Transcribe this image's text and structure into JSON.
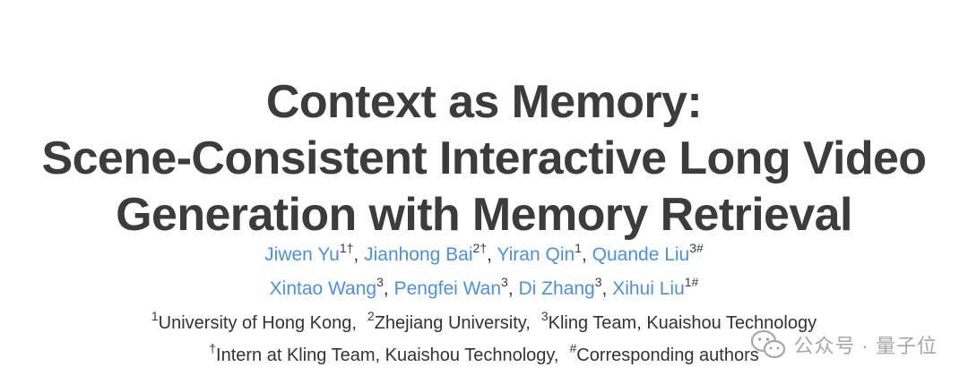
{
  "title": {
    "line1": "Context as Memory:",
    "line2": "Scene-Consistent Interactive Long Video",
    "line3": "Generation with Memory Retrieval"
  },
  "authors": {
    "row1": [
      {
        "name": "Jiwen Yu",
        "sup": "1†",
        "sep": ", "
      },
      {
        "name": "Jianhong Bai",
        "sup": "2†",
        "sep": ", "
      },
      {
        "name": "Yiran Qin",
        "sup": "1",
        "sep": ", "
      },
      {
        "name": "Quande Liu",
        "sup": "3#",
        "sep": ""
      }
    ],
    "row2": [
      {
        "name": "Xintao Wang",
        "sup": "3",
        "sep": ", "
      },
      {
        "name": "Pengfei Wan",
        "sup": "3",
        "sep": ", "
      },
      {
        "name": "Di Zhang",
        "sup": "3",
        "sep": ", "
      },
      {
        "name": "Xihui Liu",
        "sup": "1#",
        "sep": ""
      }
    ]
  },
  "affiliations": {
    "a1_sup": "1",
    "a1": "University of Hong Kong,",
    "a2_sup": "2",
    "a2": "Zhejiang University,",
    "a3_sup": "3",
    "a3": "Kling Team, Kuaishou Technology",
    "n1_sup": "†",
    "n1": "Intern at Kling Team, Kuaishou Technology,",
    "n2_sup": "#",
    "n2": "Corresponding authors"
  },
  "watermark": {
    "text": "公众号 · 量子位",
    "icon": "wechat-icon"
  }
}
